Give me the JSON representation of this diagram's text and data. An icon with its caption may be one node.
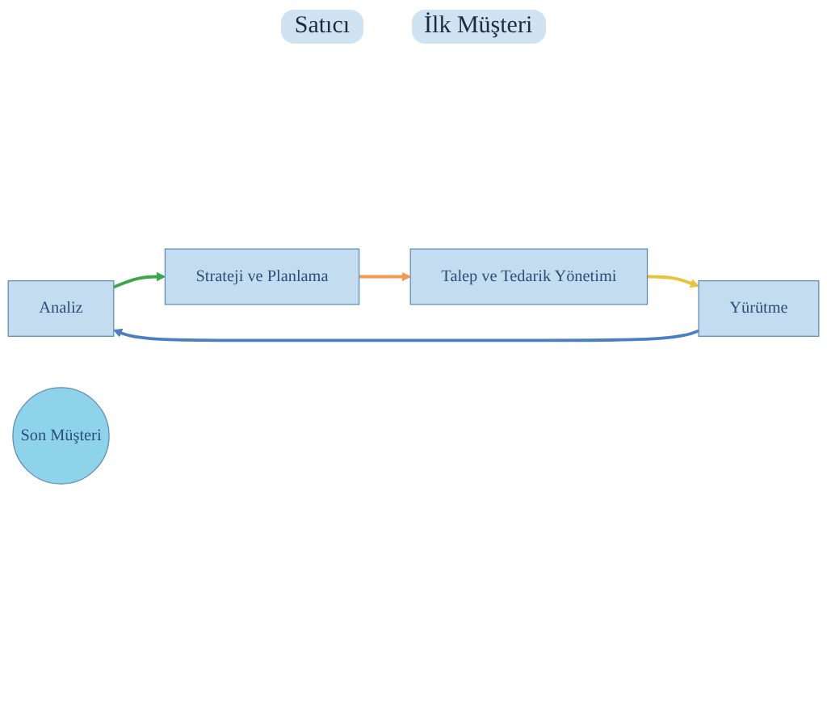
{
  "diagram": {
    "nodes": [
      {
        "text": [
          "Analiz"
        ]
      },
      {
        "text": [
          "Strateji ve Planlama"
        ]
      },
      {
        "text": [
          "Talep ve Tedarik Yönetimi"
        ]
      },
      {
        "text": [
          "Yürütme"
        ]
      },
      {
        "text": [
          "Son Müşteri"
        ]
      }
    ],
    "edges": [
      {
        "from": 0,
        "to": 1,
        "arrow": "to",
        "color": "#3aa84a"
      },
      {
        "from": 1,
        "to": 2,
        "arrow": "to",
        "color": "#f39a4c"
      },
      {
        "from": 2,
        "to": 3,
        "arrow": "to",
        "color": "#e8c43a"
      },
      {
        "from": 3,
        "to": 0,
        "arrow": "to",
        "color": "#4a7fc4"
      }
    ],
    "labels": [
      "Satıcı",
      "İlk Müşteri"
    ]
  }
}
